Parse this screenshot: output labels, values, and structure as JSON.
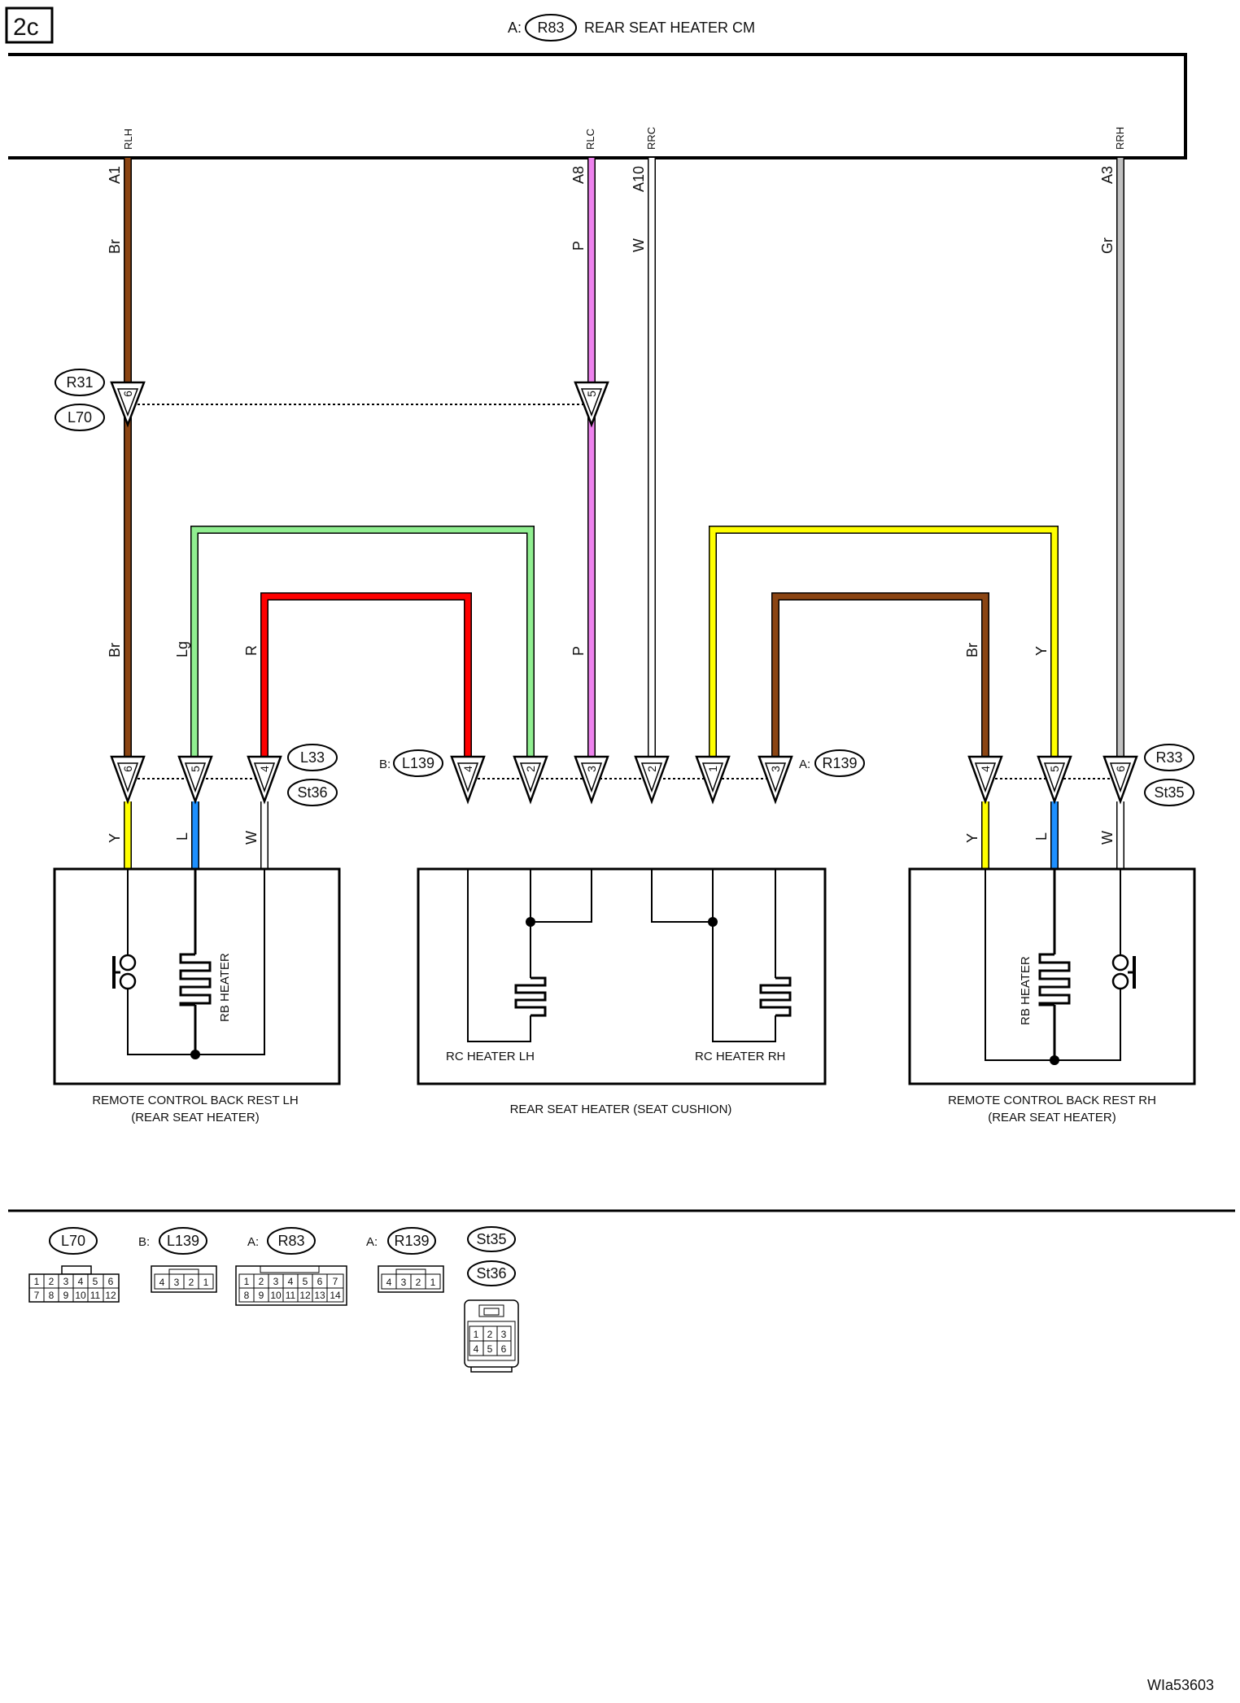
{
  "page": {
    "section_tag": "2c",
    "figure_code": "WIa53603"
  },
  "control_module": {
    "prefix": "A:",
    "connector": "R83",
    "title": "REAR SEAT HEATER CM",
    "terminals": [
      {
        "signal": "RLH",
        "pin": "A1",
        "wire_color": "Br"
      },
      {
        "signal": "RLC",
        "pin": "A8",
        "wire_color": "P"
      },
      {
        "signal": "RRC",
        "pin": "A10",
        "wire_color": "W"
      },
      {
        "signal": "RRH",
        "pin": "A3",
        "wire_color": "Gr"
      }
    ]
  },
  "intermediate_connector": {
    "codes": [
      "R31",
      "L70"
    ],
    "pins": [
      "6",
      "5"
    ]
  },
  "mid_wires": {
    "br": "Br",
    "lg": "Lg",
    "r": "R",
    "p": "P",
    "br2": "Br",
    "y": "Y"
  },
  "lower_connectors": {
    "lh": {
      "codes": [
        "L33",
        "St36"
      ],
      "pins": [
        "6",
        "5",
        "4"
      ],
      "wires_below": [
        "Y",
        "L",
        "W"
      ]
    },
    "cushion_left": {
      "prefix": "B:",
      "code": "L139",
      "pins": [
        "4",
        "2",
        "3"
      ]
    },
    "cushion_right": {
      "prefix": "A:",
      "code": "R139",
      "pins": [
        "2",
        "1",
        "3"
      ]
    },
    "rh": {
      "codes": [
        "R33",
        "St35"
      ],
      "pins": [
        "4",
        "5",
        "6"
      ],
      "wires_below": [
        "Y",
        "L",
        "W"
      ]
    }
  },
  "components": {
    "lh": {
      "element": "RB HEATER",
      "title_line1": "REMOTE CONTROL BACK REST LH",
      "title_line2": "(REAR SEAT HEATER)"
    },
    "cushion": {
      "element_left": "RC HEATER LH",
      "element_right": "RC HEATER RH",
      "title": "REAR SEAT HEATER (SEAT CUSHION)"
    },
    "rh": {
      "element": "RB HEATER",
      "title_line1": "REMOTE CONTROL BACK REST RH",
      "title_line2": "(REAR SEAT HEATER)"
    }
  },
  "connector_views": [
    {
      "prefix": "",
      "code": "L70",
      "rows": [
        [
          "1",
          "2",
          "3",
          "4",
          "5",
          "6"
        ],
        [
          "7",
          "8",
          "9",
          "10",
          "11",
          "12"
        ]
      ]
    },
    {
      "prefix": "B:",
      "code": "L139",
      "rows": [
        [
          "4",
          "3",
          "2",
          "1"
        ]
      ]
    },
    {
      "prefix": "A:",
      "code": "R83",
      "rows": [
        [
          "1",
          "2",
          "3",
          "4",
          "5",
          "6",
          "7"
        ],
        [
          "8",
          "9",
          "10",
          "11",
          "12",
          "13",
          "14"
        ]
      ]
    },
    {
      "prefix": "A:",
      "code": "R139",
      "rows": [
        [
          "4",
          "3",
          "2",
          "1"
        ]
      ]
    },
    {
      "prefix": "",
      "code": "St35",
      "code2": "St36",
      "rows": [
        [
          "1",
          "2",
          "3"
        ],
        [
          "4",
          "5",
          "6"
        ]
      ]
    }
  ],
  "colors": {
    "brown": "#8B4513",
    "pink": "#EE82EE",
    "white": "#ffffff",
    "gray": "#C0C0C0",
    "light_green": "#90EE90",
    "red": "#FF0000",
    "yellow": "#FFFF00",
    "blue": "#1E90FF"
  }
}
